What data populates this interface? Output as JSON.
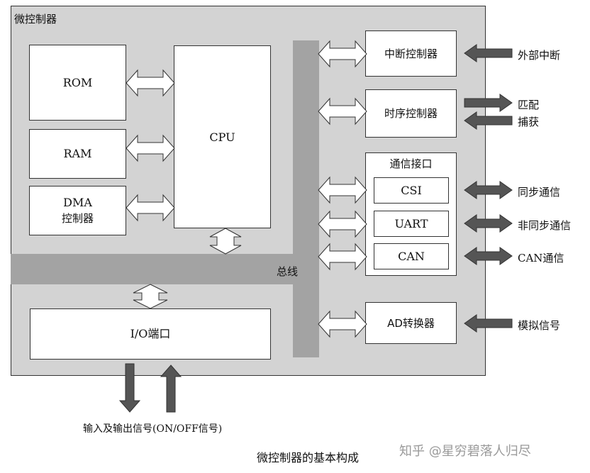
{
  "title": "微控制器",
  "bus_label": "总线",
  "blocks": {
    "rom": "ROM",
    "ram": "RAM",
    "dma": [
      "DMA",
      "控制器"
    ],
    "cpu": "CPU",
    "io": "I/O端口",
    "interrupt": "中断控制器",
    "timer": "时序控制器",
    "comm_title": "通信接口",
    "csi": "CSI",
    "uart": "UART",
    "can": "CAN",
    "ad": "AD转换器"
  },
  "external": {
    "interrupt": "外部中断",
    "timer_out": "匹配",
    "timer_in": "捕获",
    "csi": "同步通信",
    "uart": "非同步通信",
    "can": "CAN通信",
    "ad": "模拟信号",
    "io": "输入及输出信号(ON/OFF信号)"
  },
  "caption": "微控制器的基本构成",
  "watermark": "知乎 @星穷碧落人归尽"
}
